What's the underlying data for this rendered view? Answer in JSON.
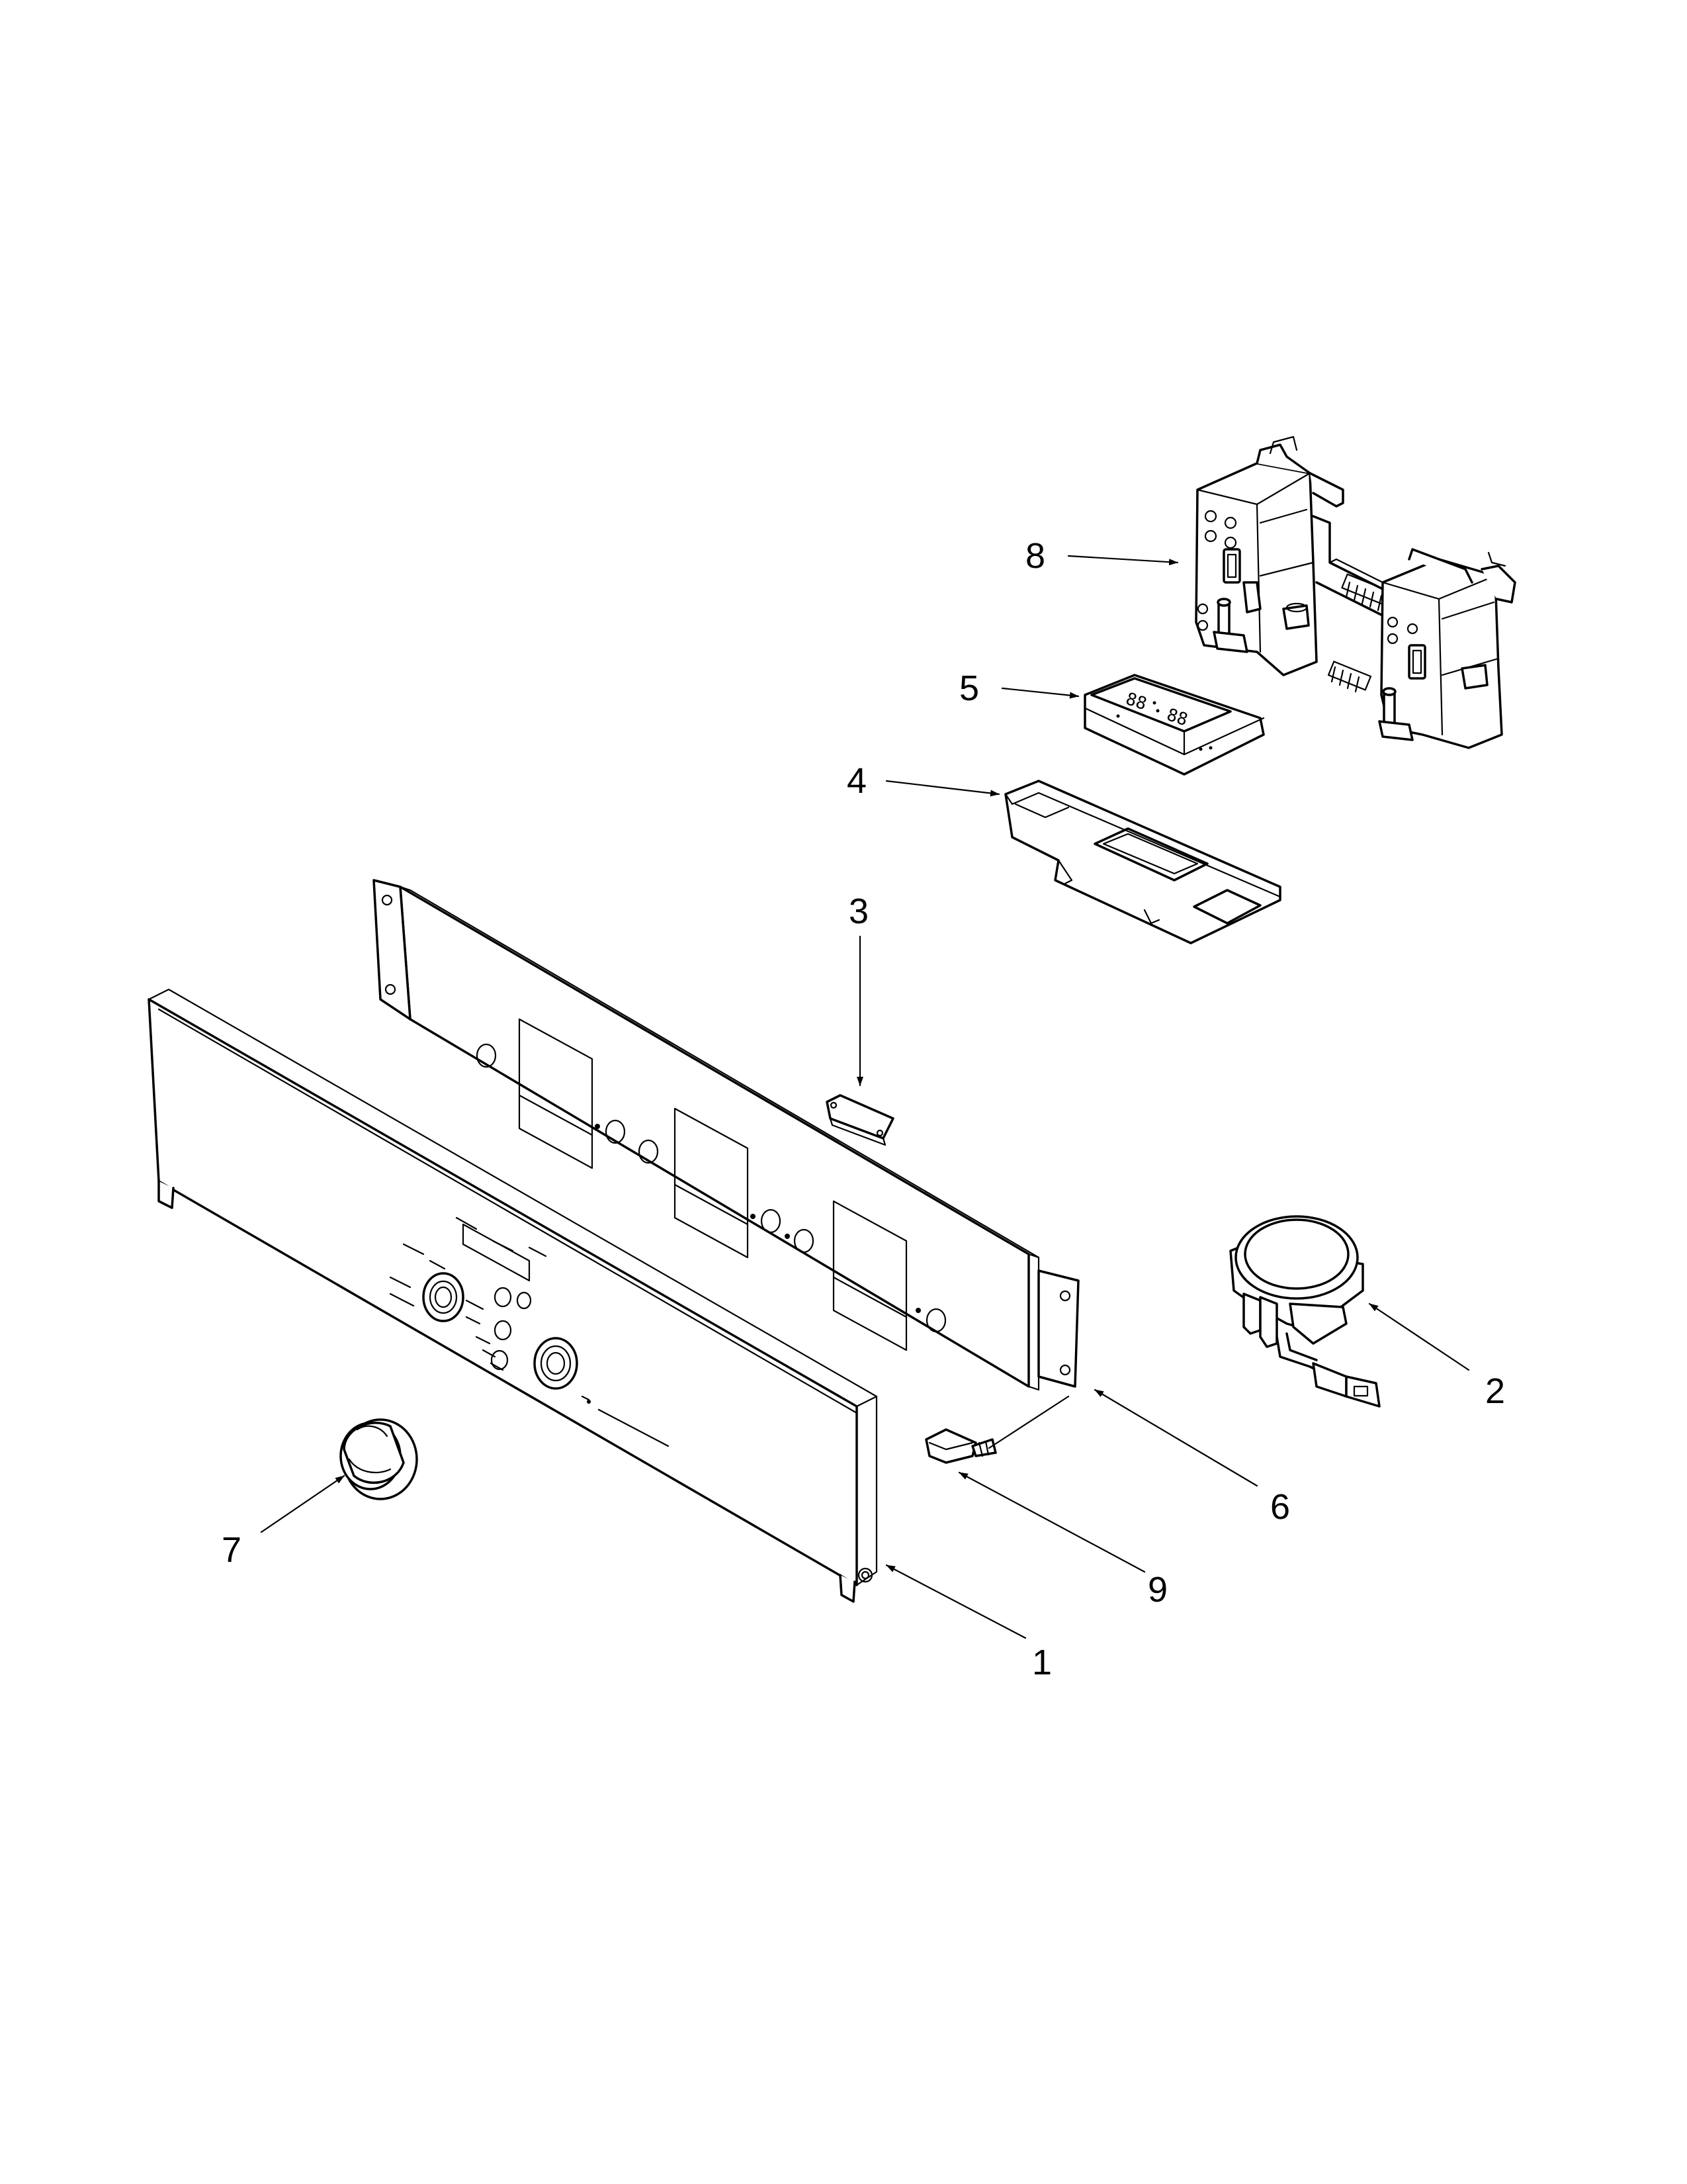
{
  "callouts": {
    "c1": "1",
    "c2": "2",
    "c3": "3",
    "c4": "4",
    "c5": "5",
    "c6": "6",
    "c7": "7",
    "c8": "8",
    "c9": "9"
  },
  "display": {
    "left_digits": "88",
    "right_digits": "88"
  }
}
